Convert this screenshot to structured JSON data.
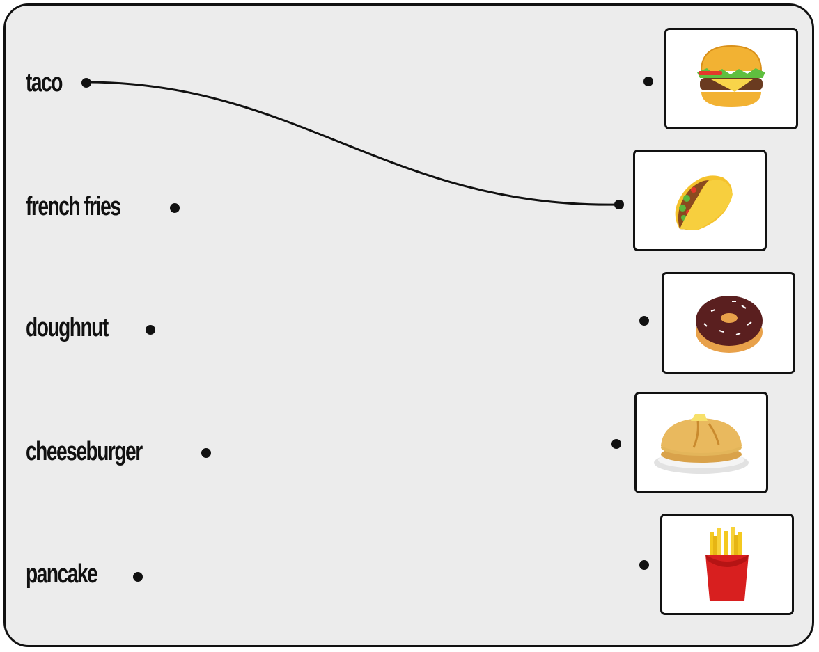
{
  "words": [
    {
      "label": "taco"
    },
    {
      "label": "french fries"
    },
    {
      "label": "doughnut"
    },
    {
      "label": "cheeseburger"
    },
    {
      "label": "pancake"
    }
  ],
  "pictures": [
    {
      "icon": "cheeseburger-icon"
    },
    {
      "icon": "taco-icon"
    },
    {
      "icon": "doughnut-icon"
    },
    {
      "icon": "pancake-icon"
    },
    {
      "icon": "french-fries-icon"
    }
  ],
  "connections": [
    {
      "from_word": "taco",
      "to_picture": "taco-icon"
    }
  ],
  "colors": {
    "board": "#ececec",
    "ink": "#111111",
    "card": "#ffffff"
  }
}
